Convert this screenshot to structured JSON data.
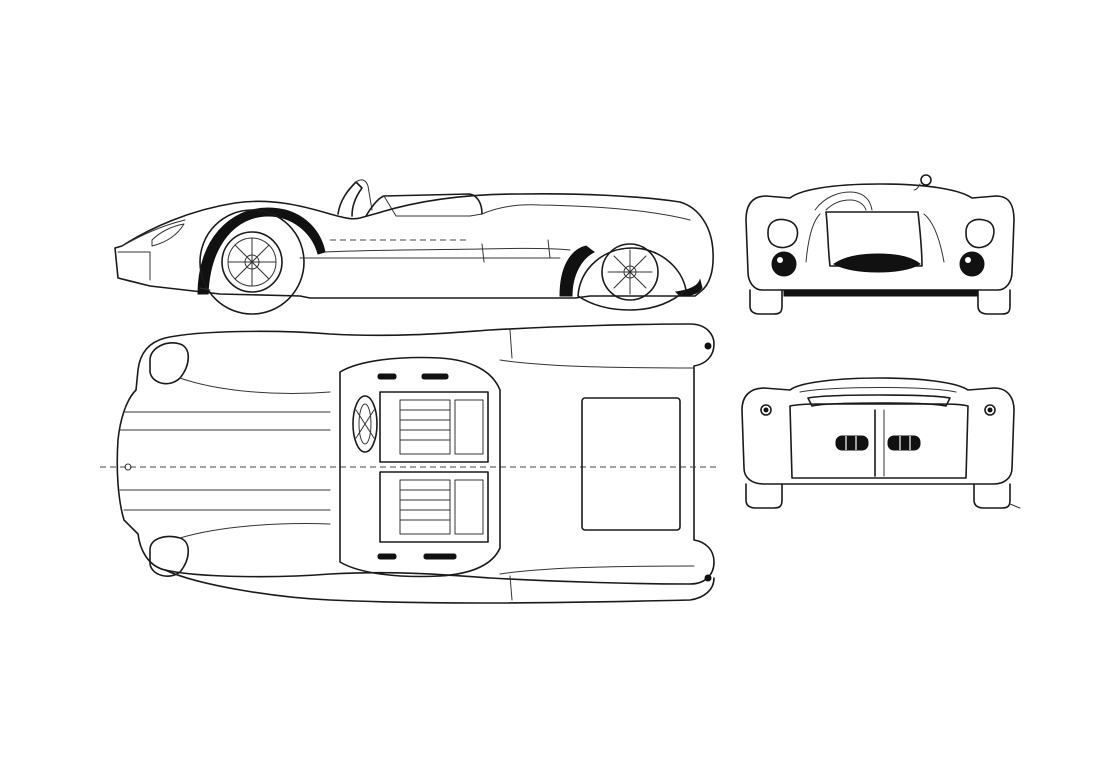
{
  "drawing": {
    "colors": {
      "line": "#1a1a1a",
      "fill_dark": "#111111",
      "background": "#ffffff"
    },
    "views": [
      {
        "id": "side",
        "icon": "car-side-view-icon"
      },
      {
        "id": "top",
        "icon": "car-top-view-icon"
      },
      {
        "id": "front",
        "icon": "car-front-view-icon"
      },
      {
        "id": "rear",
        "icon": "car-rear-view-icon"
      }
    ]
  }
}
